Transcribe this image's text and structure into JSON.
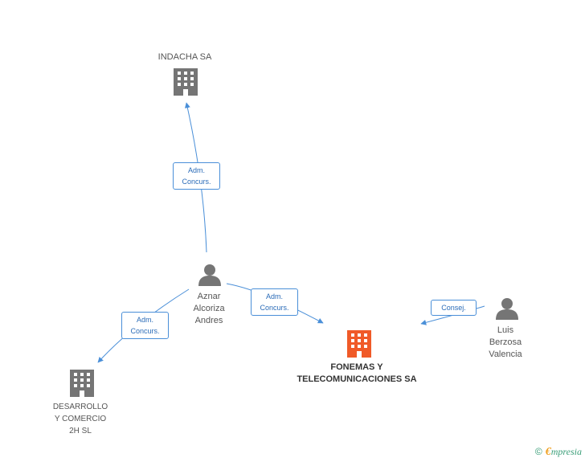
{
  "nodes": {
    "indacha": {
      "label": "INDACHA SA",
      "type": "company"
    },
    "aznar": {
      "label_lines": [
        "Aznar",
        "Alcoriza",
        "Andres"
      ],
      "type": "person"
    },
    "desarrollo": {
      "label_lines": [
        "DESARROLLO",
        "Y COMERCIO",
        "2H SL"
      ],
      "type": "company"
    },
    "fonemas": {
      "label_lines": [
        "FONEMAS Y",
        "TELECOMUNICACIONES SA"
      ],
      "type": "company-main"
    },
    "luis": {
      "label_lines": [
        "Luis",
        "Berzosa",
        "Valencia"
      ],
      "type": "person"
    }
  },
  "edges": {
    "aznar_indacha": {
      "label_lines": [
        "Adm.",
        "Concurs."
      ]
    },
    "aznar_fonemas": {
      "label_lines": [
        "Adm.",
        "Concurs."
      ]
    },
    "aznar_desarrollo": {
      "label_lines": [
        "Adm.",
        "Concurs."
      ]
    },
    "luis_fonemas": {
      "label_lines": [
        "Consej."
      ]
    }
  },
  "colors": {
    "company": "#757575",
    "company_main": "#f05a28",
    "person": "#757575",
    "edge": "#4a8fd8"
  },
  "footer": {
    "copyright_symbol": "©",
    "brand_initial": "€",
    "brand_rest": "mpresia"
  }
}
